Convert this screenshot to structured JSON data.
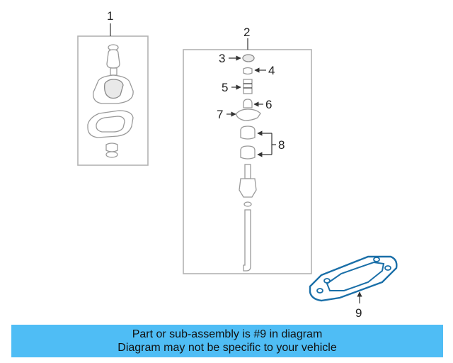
{
  "callouts": {
    "c1": "1",
    "c2": "2",
    "c3": "3",
    "c4": "4",
    "c5": "5",
    "c6": "6",
    "c7": "7",
    "c8": "8",
    "c9": "9"
  },
  "banner": {
    "line1": "Part or sub-assembly is #9 in diagram",
    "line2": "Diagram may not be specific to your vehicle"
  },
  "colors": {
    "banner": "#4fbdf5",
    "highlight_part": "#1a6fa8"
  }
}
